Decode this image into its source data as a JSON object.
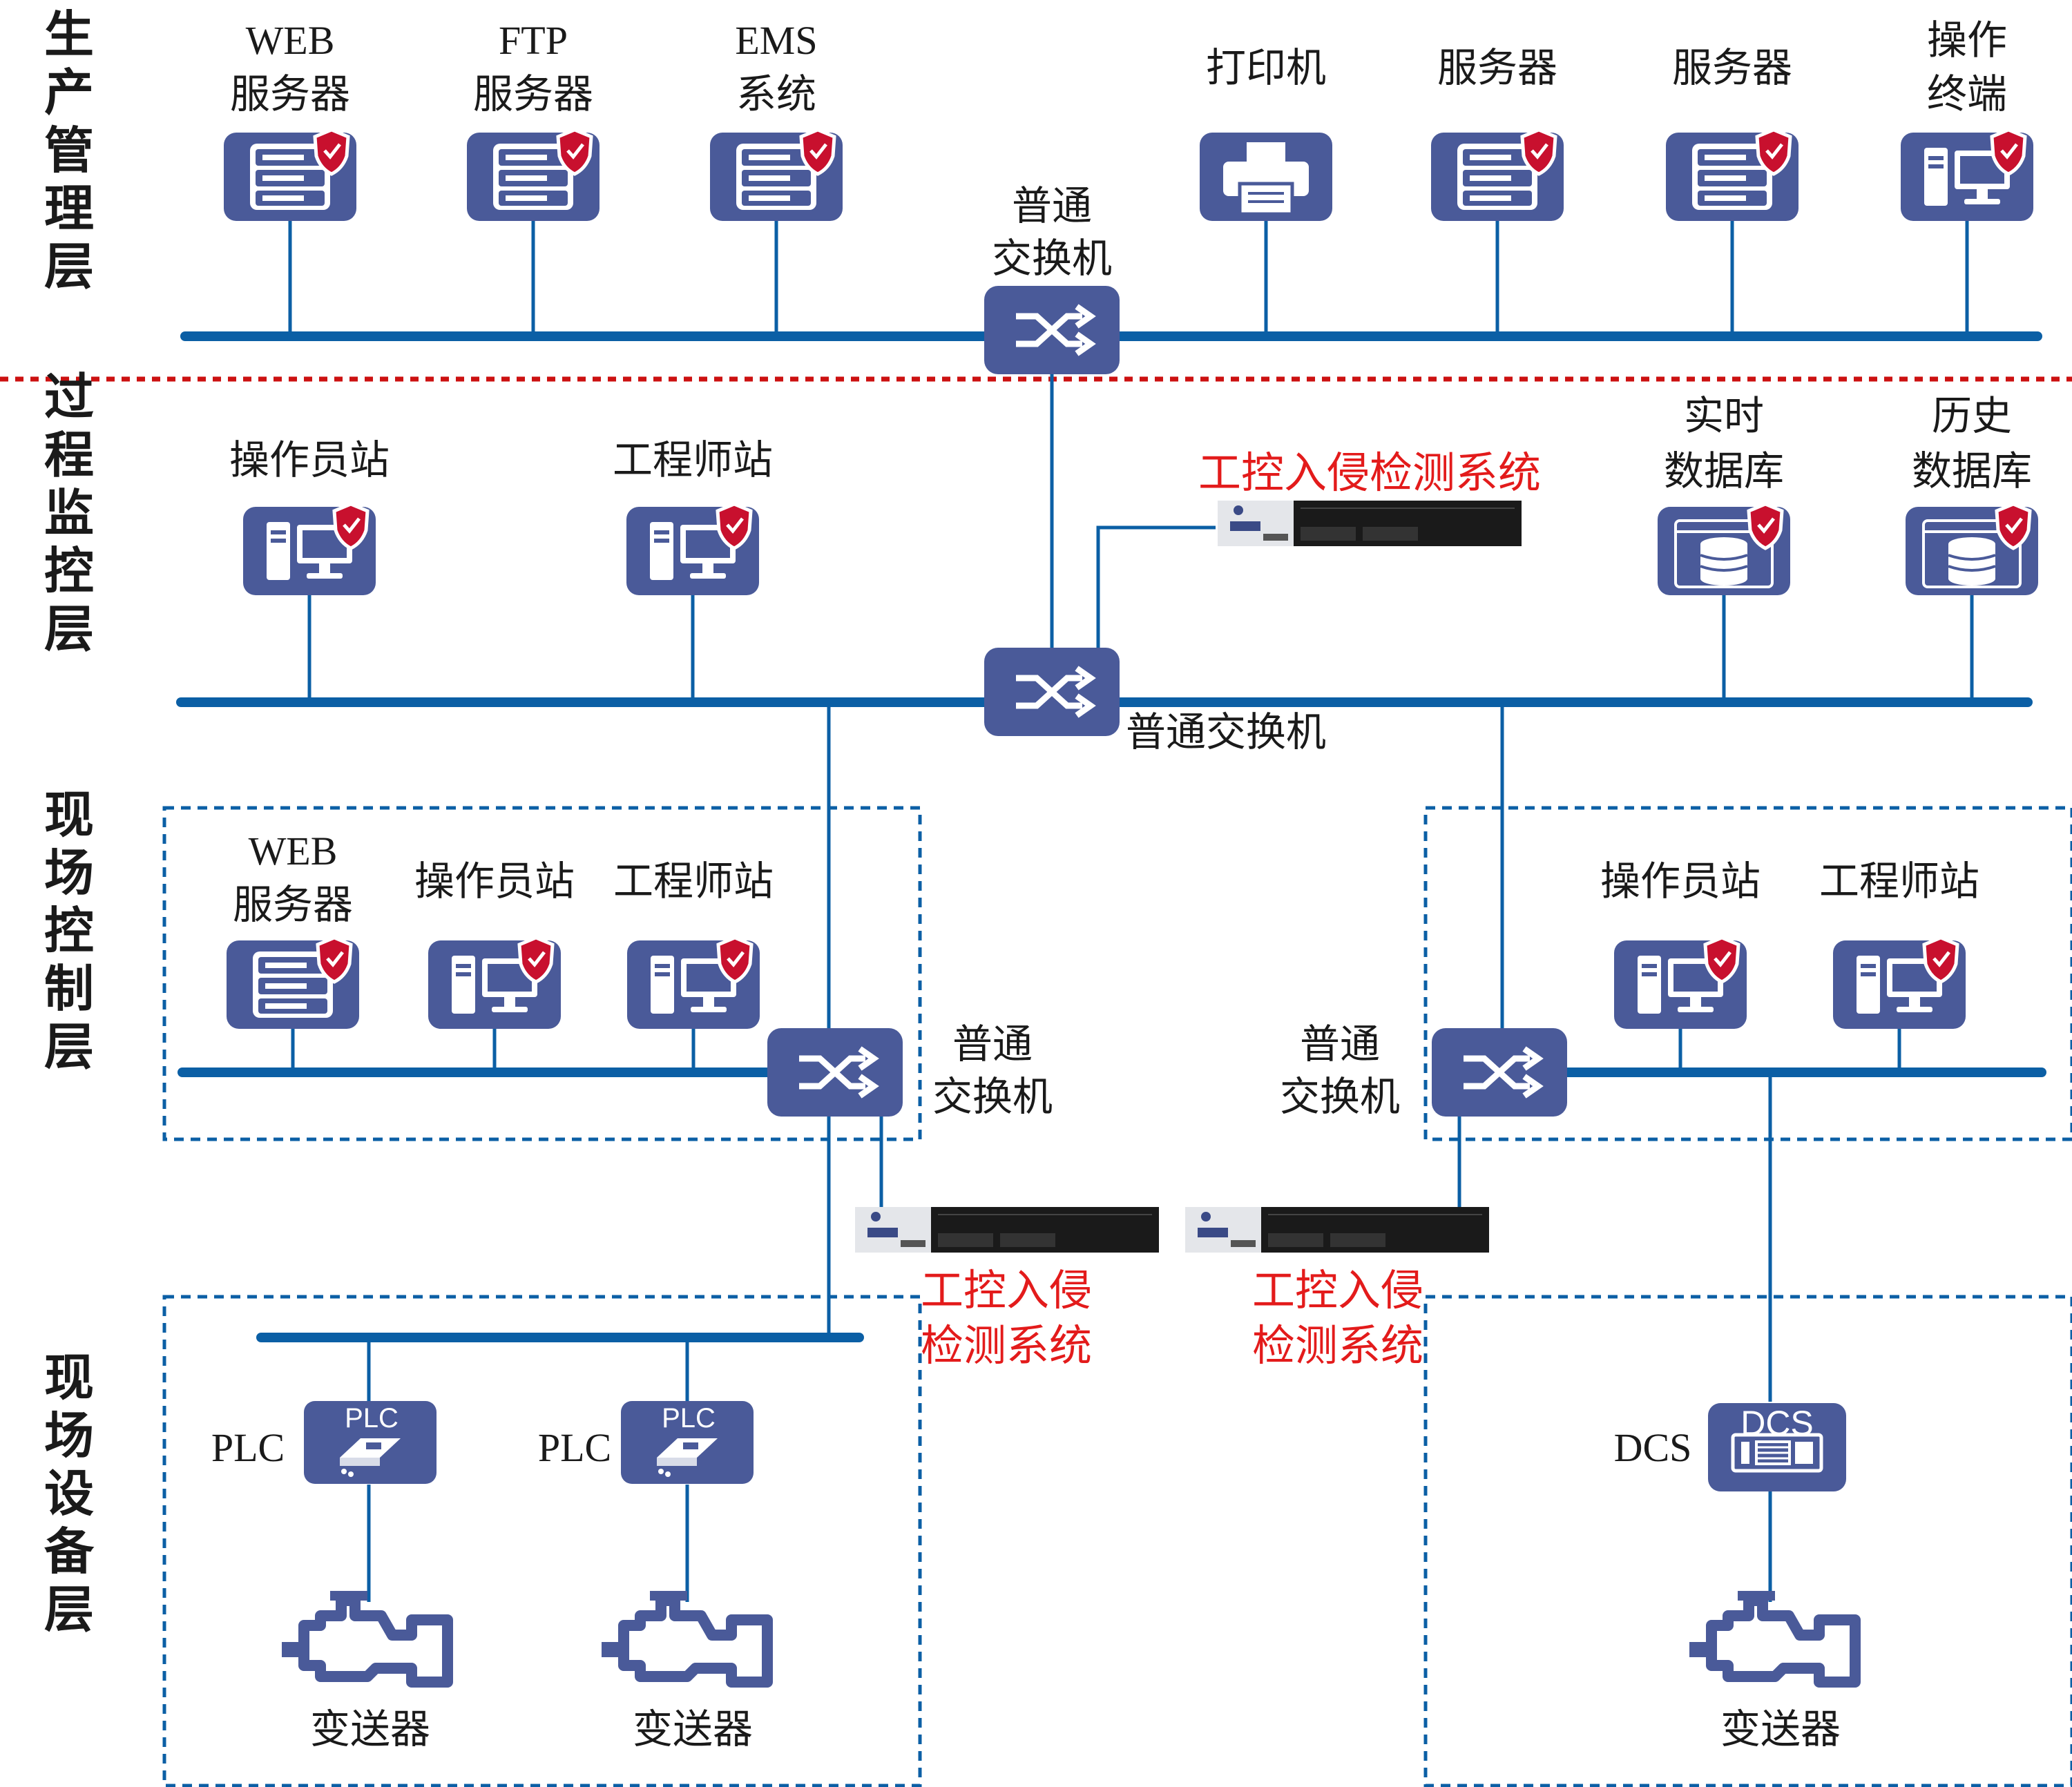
{
  "layers": [
    {
      "name": "生产管理层"
    },
    {
      "name": "过程监控层"
    },
    {
      "name": "现场控制层"
    },
    {
      "name": "现场设备层"
    }
  ],
  "production_layer": {
    "devices": [
      {
        "line1": "WEB",
        "line2": "服务器",
        "icon": "server-icon"
      },
      {
        "line1": "FTP",
        "line2": "服务器",
        "icon": "server-icon"
      },
      {
        "line1": "EMS",
        "line2": "系统",
        "icon": "server-icon"
      },
      {
        "line1": "打印机",
        "icon": "printer-icon"
      },
      {
        "line1": "服务器",
        "icon": "server-icon"
      },
      {
        "line1": "服务器",
        "icon": "server-icon"
      },
      {
        "line1": "操作",
        "line2": "终端",
        "icon": "workstation-icon"
      }
    ],
    "switch": {
      "line1": "普通",
      "line2": "交换机"
    }
  },
  "monitor_layer": {
    "devices": [
      {
        "label": "操作员站",
        "icon": "workstation-icon"
      },
      {
        "label": "工程师站",
        "icon": "workstation-icon"
      },
      {
        "line1": "实时",
        "line2": "数据库",
        "icon": "database-icon"
      },
      {
        "line1": "历史",
        "line2": "数据库",
        "icon": "database-icon"
      }
    ],
    "ids_label": "工控入侵检测系统",
    "switch_label": "普通交换机"
  },
  "control_layer": {
    "left": {
      "devices": [
        {
          "line1": "WEB",
          "line2": "服务器",
          "icon": "server-icon"
        },
        {
          "label": "操作员站",
          "icon": "workstation-icon"
        },
        {
          "label": "工程师站",
          "icon": "workstation-icon"
        }
      ],
      "switch": {
        "line1": "普通",
        "line2": "交换机"
      }
    },
    "right": {
      "devices": [
        {
          "label": "操作员站",
          "icon": "workstation-icon"
        },
        {
          "label": "工程师站",
          "icon": "workstation-icon"
        }
      ],
      "switch": {
        "line1": "普通",
        "line2": "交换机"
      }
    },
    "ids_left": {
      "line1": "工控入侵",
      "line2": "检测系统"
    },
    "ids_right": {
      "line1": "工控入侵",
      "line2": "检测系统"
    }
  },
  "device_layer": {
    "plc_tag": "PLC",
    "plc_side_label": "PLC",
    "dcs_tag": "DCS",
    "dcs_side_label": "DCS",
    "transmitter_label": "变送器"
  },
  "colors": {
    "device_box": "#4a5a99",
    "bus_line": "#0b5fa5",
    "ids_text": "#e31b1b",
    "layer_separator": "#cc1111",
    "shield_badge": "#c8102e"
  }
}
